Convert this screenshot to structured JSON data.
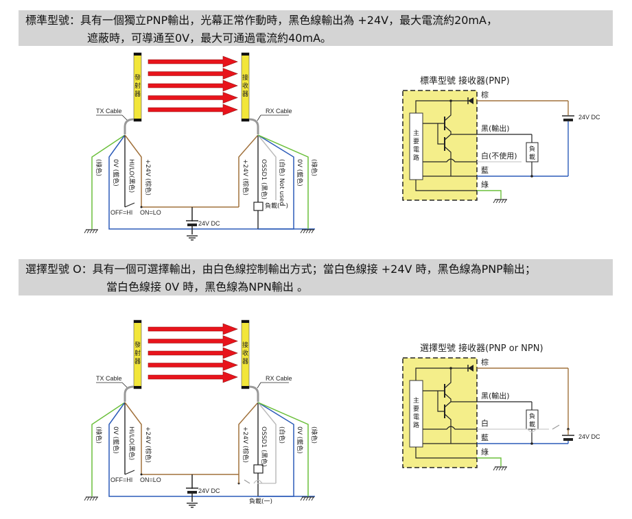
{
  "sections": [
    {
      "banner": {
        "line1": "標準型號：具有一個獨立PNP輸出，光幕正常作動時，黑色線輸出為 +24V，最大電流約20mA，",
        "line2": "遮蔽時，可導通至0V，最大可通過電流約40mA。"
      },
      "light_curtain": {
        "emitter_label": "發射器",
        "receiver_label": "接收器",
        "tx_cable": "TX Cable",
        "rx_cable": "RX Cable",
        "beam_count": 5
      },
      "tx_wires": [
        {
          "label": "(綠色)",
          "color": "#6abf3a"
        },
        {
          "label": "0V (藍色)",
          "color": "#2a5ab8"
        },
        {
          "label": "HI/LO(黑色)",
          "color": "#333333"
        },
        {
          "label": "+24V (棕色)",
          "color": "#a0703a"
        }
      ],
      "rx_wires": [
        {
          "label": "+24V (棕色)",
          "color": "#a0703a"
        },
        {
          "label": "OSSD1 (黑色)",
          "color": "#333333"
        },
        {
          "label": "(白色) Not used",
          "color": "#bbbbbb"
        },
        {
          "label": "0V (藍色)",
          "color": "#2a5ab8"
        },
        {
          "label": "(綠色)",
          "color": "#6abf3a"
        }
      ],
      "switch_off": "OFF=HI",
      "switch_on": "ON=LO",
      "supply": "24V DC",
      "load": "負載(一)",
      "receiver_circuit": {
        "title": "標準型號 接收器(PNP)",
        "main_circuit": [
          "主",
          "要",
          "電",
          "路"
        ],
        "wires": [
          "棕",
          "黑(輸出)",
          "白(不使用)",
          "藍",
          "綠"
        ],
        "load": [
          "負",
          "載"
        ],
        "supply": "24V DC"
      }
    },
    {
      "banner": {
        "line1": "選擇型號 O：具有一個可選擇輸出，由白色線控制輸出方式；當白色線接 +24V 時，黑色線為PNP輸出；",
        "line2": "當白色線接 0V 時，黑色線為NPN輸出 。"
      },
      "light_curtain": {
        "emitter_label": "發射器",
        "receiver_label": "接收器",
        "tx_cable": "TX Cable",
        "rx_cable": "RX Cable",
        "beam_count": 5
      },
      "tx_wires": [
        {
          "label": "(綠色)",
          "color": "#6abf3a"
        },
        {
          "label": "0V (藍色)",
          "color": "#2a5ab8"
        },
        {
          "label": "HI/LO(黑色)",
          "color": "#333333"
        },
        {
          "label": "+24V (棕色)",
          "color": "#a0703a"
        }
      ],
      "rx_wires": [
        {
          "label": "+24V (棕色)",
          "color": "#a0703a"
        },
        {
          "label": "OSSD1 (黑色)",
          "color": "#333333"
        },
        {
          "label": "(白色)",
          "color": "#bbbbbb"
        },
        {
          "label": "0V (藍色)",
          "color": "#2a5ab8"
        },
        {
          "label": "(綠色)",
          "color": "#6abf3a"
        }
      ],
      "switch_off": "OFF=HI",
      "switch_on": "ON=LO",
      "supply": "24V DC",
      "load": "負載(一)",
      "receiver_circuit": {
        "title": "選擇型號 接收器(PNP or NPN)",
        "main_circuit": [
          "主",
          "要",
          "電",
          "路"
        ],
        "wires": [
          "棕",
          "黑(輸出)",
          "白",
          "藍",
          "綠"
        ],
        "load": [
          "負",
          "載"
        ],
        "supply": "24V DC"
      }
    }
  ],
  "colors": {
    "banner_bg": "#d4d4d4",
    "curtain_yellow": "#f2e63a",
    "beam_red": "#e8141c",
    "circuit_yellow": "#f4ee8a",
    "brown": "#a0703a",
    "blue": "#2a5ab8",
    "green": "#6abf3a",
    "white_wire": "#bbbbbb",
    "black": "#333333"
  }
}
